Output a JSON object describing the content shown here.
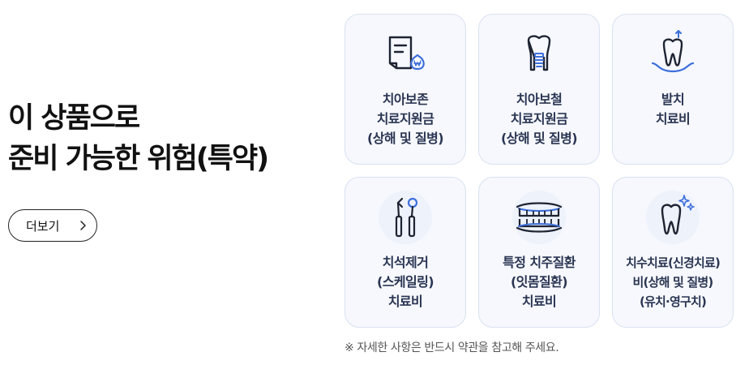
{
  "headline": {
    "line1": "이 상품으로",
    "line2": "준비 가능한 위험(특약)"
  },
  "more_button": {
    "label": "더보기"
  },
  "cards": [
    {
      "icon": "document-money-icon",
      "lines": [
        "치아보존",
        "치료지원금",
        "(상해 및 질병)"
      ]
    },
    {
      "icon": "dental-implant-icon",
      "lines": [
        "치아보철",
        "치료지원금",
        "(상해 및 질병)"
      ]
    },
    {
      "icon": "tooth-extraction-icon",
      "lines": [
        "발치",
        "치료비"
      ]
    },
    {
      "icon": "dental-tools-icon",
      "lines": [
        "치석제거",
        "(스케일링)",
        "치료비"
      ]
    },
    {
      "icon": "teeth-gums-icon",
      "lines": [
        "특정 치주질환",
        "(잇몸질환)",
        "치료비"
      ]
    },
    {
      "icon": "sparkling-tooth-icon",
      "lines": [
        "치수치료(신경치료)",
        "비(상해 및 질병)",
        "(유치·영구치)"
      ]
    }
  ],
  "footnote": "※ 자세한 사항은 반드시 약관을 참고해 주세요.",
  "colors": {
    "icon_dark": "#1f2433",
    "icon_accent": "#3d6fdc",
    "card_bg": "#f6f8fd",
    "card_border": "#d9e1f1"
  }
}
